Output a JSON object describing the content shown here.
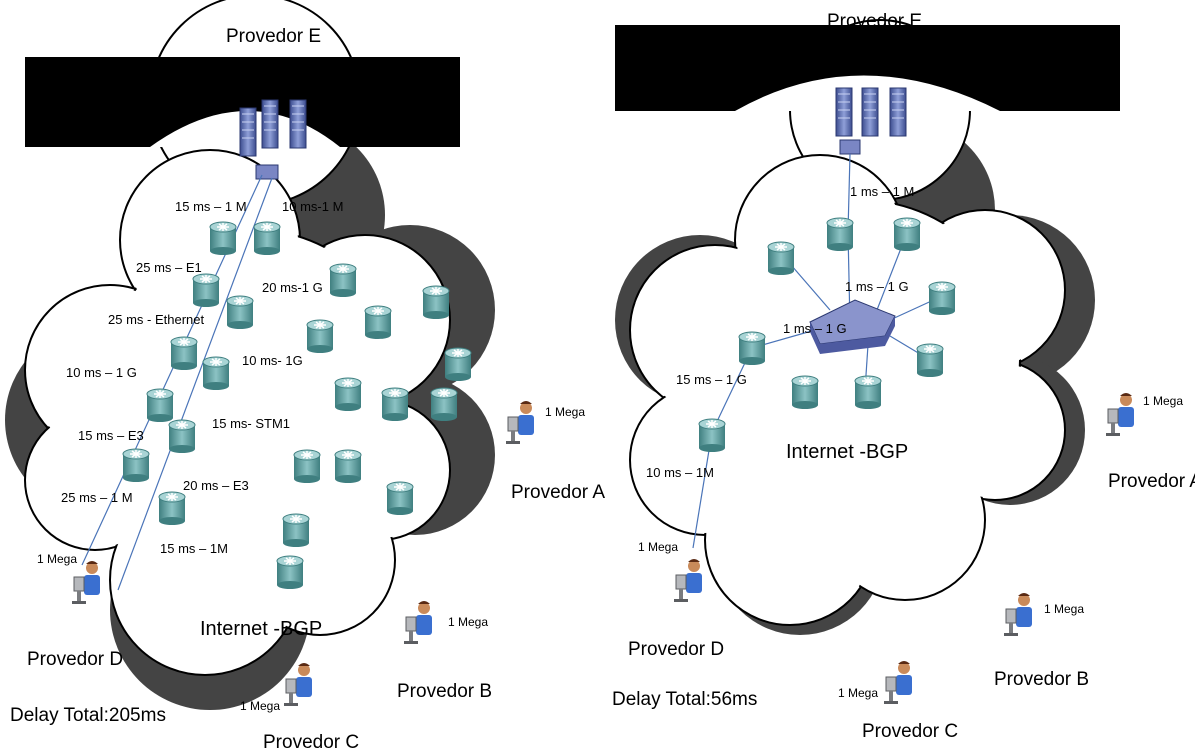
{
  "left": {
    "title_provider": "Provedor E",
    "net_label": "Internet -BGP",
    "delay_total": "Delay Total:205ms",
    "providers": {
      "a": "Provedor A",
      "b": "Provedor B",
      "c": "Provedor C",
      "d": "Provedor D"
    },
    "user_capacity": {
      "a": "1 Mega",
      "b": "1 Mega",
      "c": "1 Mega",
      "d": "1 Mega"
    },
    "links": [
      "15 ms – 1 M",
      "10 ms-1 M",
      "25 ms – E1",
      "20 ms-1 G",
      "25 ms - Ethernet",
      "10 ms- 1G",
      "10 ms – 1 G",
      "15 ms- STM1",
      "15 ms – E3",
      "20 ms – E3",
      "25 ms – 1 M",
      "15 ms – 1M"
    ]
  },
  "right": {
    "title_provider": "Provedor E",
    "net_label": "Internet -BGP",
    "delay_total": "Delay Total:56ms",
    "providers": {
      "a": "Provedor A",
      "b": "Provedor B",
      "c": "Provedor C",
      "d": "Provedor D"
    },
    "user_capacity": {
      "a": "1 Mega",
      "b": "1 Mega",
      "c": "1 Mega",
      "d": "1 Mega"
    },
    "links": [
      "1 ms – 1 M",
      "1 ms – 1 G",
      "1 ms – 1 G",
      "15 ms – 1 G",
      "10 ms – 1M"
    ]
  },
  "colors": {
    "link": "#4a74b8",
    "router": "#5f9ea0",
    "cloud_shadow": "#444444",
    "switch": "#7a86c4"
  }
}
